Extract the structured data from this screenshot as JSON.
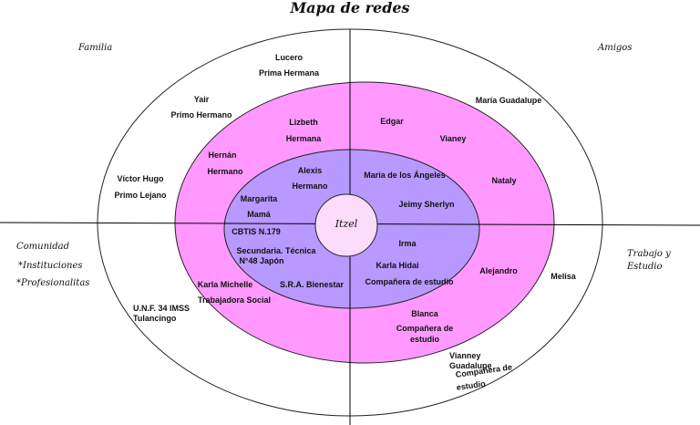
{
  "title": "Mapa de redes",
  "center": "Itzel",
  "quadrants": {
    "familia": "Familia",
    "amigos": "Amigos",
    "comunidad": "Comunidad",
    "trabajo": "Trabajo y Estudio",
    "instituciones": "*Instituciones",
    "profesionalitas": "*Profesionalitas"
  },
  "colors": {
    "outer_ring": "#ffffff",
    "middle_ring": "#ff99ff",
    "inner_ring": "#b799ff",
    "center": "#fbdcfb",
    "line": "#000000"
  },
  "familia": [
    {
      "name": "Lucero",
      "role": "Prima Hermana"
    },
    {
      "name": "Yair",
      "role": "Primo Hermano"
    },
    {
      "name": "Víctor Hugo",
      "role": "Primo Lejano"
    },
    {
      "name": "Lizbeth",
      "role": "Hermana"
    },
    {
      "name": "Hernán",
      "role": "Hermano"
    },
    {
      "name": "Alexis",
      "role": "Hermano"
    },
    {
      "name": "Margarita",
      "role": "Mamá"
    }
  ],
  "amigos": {
    "maria_guadalupe": "María Guadalupe",
    "edgar": "Edgar",
    "vianey": "Vianey",
    "maria_angeles": "María de los Ángeles",
    "nataly": "Nataly",
    "jeimy": "Jeimy Sherlyn"
  },
  "comunidad": {
    "cbtis": "CBTIS N.179",
    "secundaria_1": "Secundaria. Técnica",
    "secundaria_2": "N°48 Japón",
    "sra": "S.R.A. Bienestar",
    "karla_michelle": "Karla Michelle",
    "karla_michelle_role": "Trabajadora Social",
    "unf_1": "U.N.F. 34 IMSS",
    "unf_2": "Tulancingo"
  },
  "trabajo": {
    "irma": "Irma",
    "karla_hidai": "Karla Hidai",
    "karla_hidai_role": "Compañera de estudio",
    "alejandro": "Alejandro",
    "melisa": "Melisa",
    "blanca": "Blanca",
    "blanca_role_1": "Compañera de",
    "blanca_role_2": "estudio",
    "vianney_1": "Vianney",
    "vianney_2": "Guadalupe",
    "vianney_role_1": "Compañera de",
    "vianney_role_2": "estudio"
  }
}
